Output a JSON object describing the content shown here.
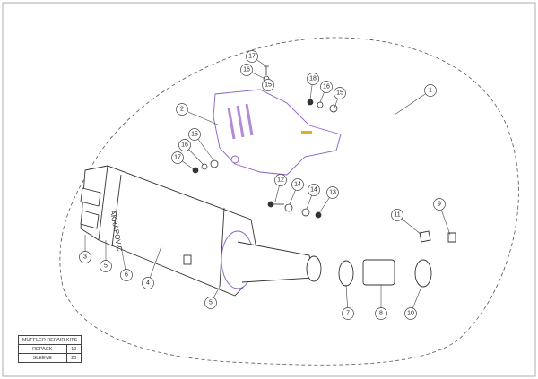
{
  "diagram": {
    "callouts": [
      "1",
      "2",
      "3",
      "4",
      "5",
      "5",
      "6",
      "7",
      "8",
      "9",
      "10",
      "11",
      "12",
      "13",
      "14",
      "14",
      "15",
      "15",
      "15",
      "16",
      "16",
      "16",
      "17",
      "17",
      "18"
    ]
  },
  "repair_kits": {
    "title": "MUFFLER REPAIR KITS",
    "rows": [
      {
        "name": "REPACK",
        "number": "19"
      },
      {
        "name": "SLEEVE",
        "number": "20"
      }
    ]
  },
  "colors": {
    "line": "#333333",
    "highlight": "#b48ad8",
    "accent": "#e0b020"
  }
}
